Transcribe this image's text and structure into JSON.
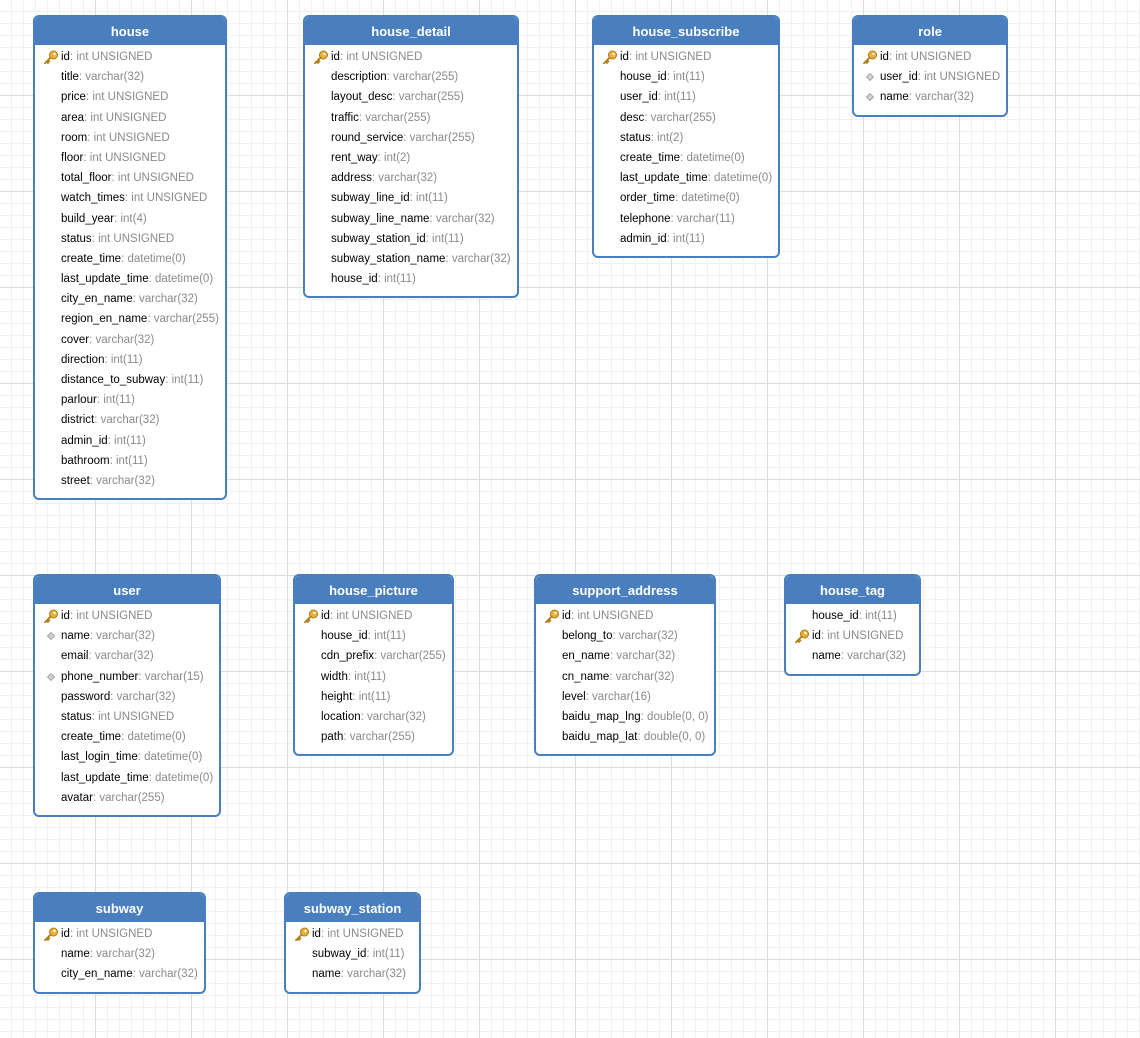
{
  "tables": [
    {
      "name": "house",
      "fields": [
        {
          "name": "id",
          "type": ": int UNSIGNED",
          "icon": "key"
        },
        {
          "name": "title",
          "type": ": varchar(32)",
          "icon": ""
        },
        {
          "name": "price",
          "type": ": int UNSIGNED",
          "icon": ""
        },
        {
          "name": "area",
          "type": ": int UNSIGNED",
          "icon": ""
        },
        {
          "name": "room",
          "type": ": int UNSIGNED",
          "icon": ""
        },
        {
          "name": "floor",
          "type": ": int UNSIGNED",
          "icon": ""
        },
        {
          "name": "total_floor",
          "type": ": int UNSIGNED",
          "icon": ""
        },
        {
          "name": "watch_times",
          "type": ": int UNSIGNED",
          "icon": ""
        },
        {
          "name": "build_year",
          "type": ": int(4)",
          "icon": ""
        },
        {
          "name": "status",
          "type": ": int UNSIGNED",
          "icon": ""
        },
        {
          "name": "create_time",
          "type": ": datetime(0)",
          "icon": ""
        },
        {
          "name": "last_update_time",
          "type": ": datetime(0)",
          "icon": ""
        },
        {
          "name": "city_en_name",
          "type": ": varchar(32)",
          "icon": ""
        },
        {
          "name": "region_en_name",
          "type": ": varchar(255)",
          "icon": ""
        },
        {
          "name": "cover",
          "type": ": varchar(32)",
          "icon": ""
        },
        {
          "name": "direction",
          "type": ": int(11)",
          "icon": ""
        },
        {
          "name": "distance_to_subway",
          "type": ": int(11)",
          "icon": ""
        },
        {
          "name": "parlour",
          "type": ": int(11)",
          "icon": ""
        },
        {
          "name": "district",
          "type": ": varchar(32)",
          "icon": ""
        },
        {
          "name": "admin_id",
          "type": ": int(11)",
          "icon": ""
        },
        {
          "name": "bathroom",
          "type": ": int(11)",
          "icon": ""
        },
        {
          "name": "street",
          "type": ": varchar(32)",
          "icon": ""
        }
      ]
    },
    {
      "name": "house_detail",
      "fields": [
        {
          "name": "id",
          "type": ": int UNSIGNED",
          "icon": "key"
        },
        {
          "name": "description",
          "type": ": varchar(255)",
          "icon": ""
        },
        {
          "name": "layout_desc",
          "type": ": varchar(255)",
          "icon": ""
        },
        {
          "name": "traffic",
          "type": ": varchar(255)",
          "icon": ""
        },
        {
          "name": "round_service",
          "type": ": varchar(255)",
          "icon": ""
        },
        {
          "name": "rent_way",
          "type": ": int(2)",
          "icon": ""
        },
        {
          "name": "address",
          "type": ": varchar(32)",
          "icon": ""
        },
        {
          "name": "subway_line_id",
          "type": ": int(11)",
          "icon": ""
        },
        {
          "name": "subway_line_name",
          "type": ": varchar(32)",
          "icon": ""
        },
        {
          "name": "subway_station_id",
          "type": ": int(11)",
          "icon": ""
        },
        {
          "name": "subway_station_name",
          "type": ": varchar(32)",
          "icon": ""
        },
        {
          "name": "house_id",
          "type": ": int(11)",
          "icon": ""
        }
      ]
    },
    {
      "name": "house_subscribe",
      "fields": [
        {
          "name": "id",
          "type": ": int UNSIGNED",
          "icon": "key"
        },
        {
          "name": "house_id",
          "type": ": int(11)",
          "icon": ""
        },
        {
          "name": "user_id",
          "type": ": int(11)",
          "icon": ""
        },
        {
          "name": "desc",
          "type": ": varchar(255)",
          "icon": ""
        },
        {
          "name": "status",
          "type": ": int(2)",
          "icon": ""
        },
        {
          "name": "create_time",
          "type": ": datetime(0)",
          "icon": ""
        },
        {
          "name": "last_update_time",
          "type": ": datetime(0)",
          "icon": ""
        },
        {
          "name": "order_time",
          "type": ": datetime(0)",
          "icon": ""
        },
        {
          "name": "telephone",
          "type": ": varchar(11)",
          "icon": ""
        },
        {
          "name": "admin_id",
          "type": ": int(11)",
          "icon": ""
        }
      ]
    },
    {
      "name": "role",
      "fields": [
        {
          "name": "id",
          "type": ": int UNSIGNED",
          "icon": "key"
        },
        {
          "name": "user_id",
          "type": ": int UNSIGNED",
          "icon": "diamond"
        },
        {
          "name": "name",
          "type": ": varchar(32)",
          "icon": "diamond"
        }
      ]
    },
    {
      "name": "user",
      "fields": [
        {
          "name": "id",
          "type": ": int UNSIGNED",
          "icon": "key"
        },
        {
          "name": "name",
          "type": ": varchar(32)",
          "icon": "diamond"
        },
        {
          "name": "email",
          "type": ": varchar(32)",
          "icon": ""
        },
        {
          "name": "phone_number",
          "type": ": varchar(15)",
          "icon": "diamond"
        },
        {
          "name": "password",
          "type": ": varchar(32)",
          "icon": ""
        },
        {
          "name": "status",
          "type": ": int UNSIGNED",
          "icon": ""
        },
        {
          "name": "create_time",
          "type": ": datetime(0)",
          "icon": ""
        },
        {
          "name": "last_login_time",
          "type": ": datetime(0)",
          "icon": ""
        },
        {
          "name": "last_update_time",
          "type": ": datetime(0)",
          "icon": ""
        },
        {
          "name": "avatar",
          "type": ": varchar(255)",
          "icon": ""
        }
      ]
    },
    {
      "name": "house_picture",
      "fields": [
        {
          "name": "id",
          "type": ": int UNSIGNED",
          "icon": "key"
        },
        {
          "name": "house_id",
          "type": ": int(11)",
          "icon": ""
        },
        {
          "name": "cdn_prefix",
          "type": ": varchar(255)",
          "icon": ""
        },
        {
          "name": "width",
          "type": ": int(11)",
          "icon": ""
        },
        {
          "name": "height",
          "type": ": int(11)",
          "icon": ""
        },
        {
          "name": "location",
          "type": ": varchar(32)",
          "icon": ""
        },
        {
          "name": "path",
          "type": ": varchar(255)",
          "icon": ""
        }
      ]
    },
    {
      "name": "support_address",
      "fields": [
        {
          "name": "id",
          "type": ": int UNSIGNED",
          "icon": "key"
        },
        {
          "name": "belong_to",
          "type": ": varchar(32)",
          "icon": ""
        },
        {
          "name": "en_name",
          "type": ": varchar(32)",
          "icon": ""
        },
        {
          "name": "cn_name",
          "type": ": varchar(32)",
          "icon": ""
        },
        {
          "name": "level",
          "type": ": varchar(16)",
          "icon": ""
        },
        {
          "name": "baidu_map_lng",
          "type": ": double(0, 0)",
          "icon": ""
        },
        {
          "name": "baidu_map_lat",
          "type": ": double(0, 0)",
          "icon": ""
        }
      ]
    },
    {
      "name": "house_tag",
      "fields": [
        {
          "name": "house_id",
          "type": ": int(11)",
          "icon": ""
        },
        {
          "name": "id",
          "type": ": int UNSIGNED",
          "icon": "key"
        },
        {
          "name": "name",
          "type": ": varchar(32)",
          "icon": ""
        }
      ]
    },
    {
      "name": "subway",
      "fields": [
        {
          "name": "id",
          "type": ": int UNSIGNED",
          "icon": "key"
        },
        {
          "name": "name",
          "type": ": varchar(32)",
          "icon": ""
        },
        {
          "name": "city_en_name",
          "type": ": varchar(32)",
          "icon": ""
        }
      ]
    },
    {
      "name": "subway_station",
      "fields": [
        {
          "name": "id",
          "type": ": int UNSIGNED",
          "icon": "key"
        },
        {
          "name": "subway_id",
          "type": ": int(11)",
          "icon": ""
        },
        {
          "name": "name",
          "type": ": varchar(32)",
          "icon": ""
        }
      ]
    }
  ]
}
